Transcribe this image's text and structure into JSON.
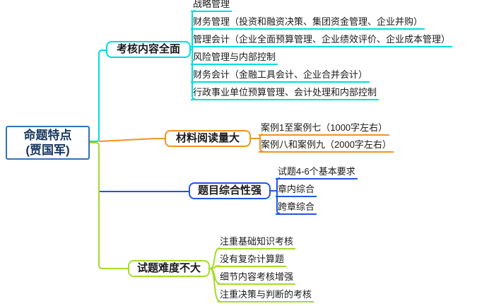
{
  "root": {
    "line1": "命题特点",
    "line2": "(贾国军)"
  },
  "branches": [
    {
      "label": "考核内容全面",
      "color": "#00dcdc",
      "children": [
        "战略管理",
        "财务管理（投资和融资决策、集团资金管理、企业并购）",
        "管理会计（企业全面预算管理、企业绩效评价、企业成本管理）",
        "风险管理与内部控制",
        "财务会计（金融工具会计、企业合并会计）",
        "行政事业单位预算管理、会计处理和内部控制"
      ]
    },
    {
      "label": "材料阅读量大",
      "color": "#f0941e",
      "children": [
        "案例1至案例七（1000字左右）",
        "案例八和案例九（2000字左右）"
      ]
    },
    {
      "label": "题目综合性强",
      "color": "#2255e0",
      "children": [
        "试题4-6个基本要求",
        "章内综合",
        "跨章综合"
      ]
    },
    {
      "label": "试题难度不大",
      "color": "#a4dc28",
      "children": [
        "注重基础知识考核",
        "没有复杂计算题",
        "细节内容考核增强",
        "注重决策与判断的考核"
      ]
    }
  ],
  "colors": {
    "branch1": "#00dcdc",
    "branch2": "#f0941e",
    "branch3": "#2255e0",
    "branch4": "#a4dc28",
    "root_border": "#2e74b5",
    "root_text": "#17375e",
    "text": "#1a1a1a",
    "background": "#ffffff"
  }
}
